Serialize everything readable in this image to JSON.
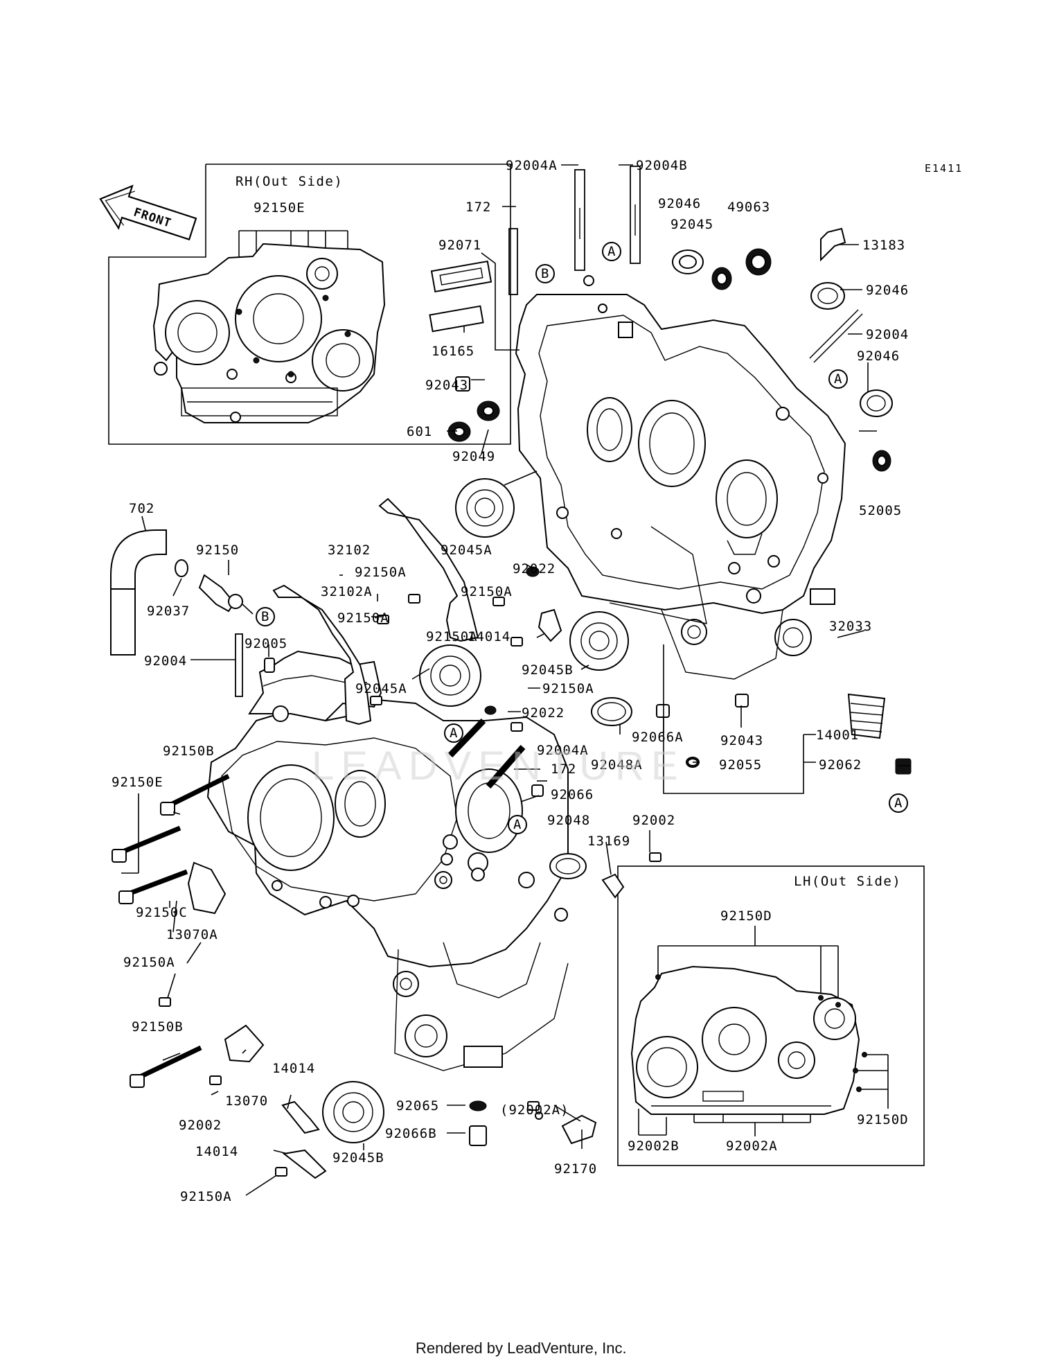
{
  "diagram_code": "E1411",
  "inset_rh": {
    "title": "RH(Out Side)",
    "part": "92150E"
  },
  "inset_lh": {
    "title": "LH(Out Side)",
    "part_top": "92150D",
    "part_right": "92150D",
    "part_bl": "92002B",
    "part_bm": "92002A"
  },
  "front_arrow": "FRONT",
  "watermark": "LEADVENTURE",
  "footer": "Rendered by LeadVenture, Inc.",
  "parts": [
    {
      "id": "p01",
      "label": "92004A"
    },
    {
      "id": "p02",
      "label": "92004B"
    },
    {
      "id": "p03",
      "label": "172"
    },
    {
      "id": "p04",
      "label": "92046"
    },
    {
      "id": "p05",
      "label": "49063"
    },
    {
      "id": "p06",
      "label": "92045"
    },
    {
      "id": "p07",
      "label": "13183"
    },
    {
      "id": "p08",
      "label": "92071"
    },
    {
      "id": "p09",
      "label": "92046"
    },
    {
      "id": "p10",
      "label": "92004"
    },
    {
      "id": "p11",
      "label": "16165"
    },
    {
      "id": "p12",
      "label": "92046"
    },
    {
      "id": "p13",
      "label": "92043"
    },
    {
      "id": "p14",
      "label": "601"
    },
    {
      "id": "p15",
      "label": "92049"
    },
    {
      "id": "p16",
      "label": "52005"
    },
    {
      "id": "p17",
      "label": "702"
    },
    {
      "id": "p18",
      "label": "32102"
    },
    {
      "id": "p19",
      "label": "92150"
    },
    {
      "id": "p20",
      "label": "92045A"
    },
    {
      "id": "p21",
      "label": "92150A"
    },
    {
      "id": "p22",
      "label": "92022"
    },
    {
      "id": "p23",
      "label": "32102A"
    },
    {
      "id": "p24",
      "label": "92150A"
    },
    {
      "id": "p25",
      "label": "92037"
    },
    {
      "id": "p26",
      "label": "92150A"
    },
    {
      "id": "p27",
      "label": "32033"
    },
    {
      "id": "p28",
      "label": "92150A"
    },
    {
      "id": "p29",
      "label": "14014"
    },
    {
      "id": "p30",
      "label": "92004"
    },
    {
      "id": "p31",
      "label": "92005"
    },
    {
      "id": "p32",
      "label": "92045B"
    },
    {
      "id": "p33",
      "label": "92150A"
    },
    {
      "id": "p34",
      "label": "92045A"
    },
    {
      "id": "p35",
      "label": "92022"
    },
    {
      "id": "p36",
      "label": "92066A"
    },
    {
      "id": "p37",
      "label": "92043"
    },
    {
      "id": "p38",
      "label": "14001"
    },
    {
      "id": "p39",
      "label": "92150B"
    },
    {
      "id": "p40",
      "label": "92004A"
    },
    {
      "id": "p41",
      "label": "92048A"
    },
    {
      "id": "p42",
      "label": "92055"
    },
    {
      "id": "p43",
      "label": "92062"
    },
    {
      "id": "p44",
      "label": "92150E"
    },
    {
      "id": "p45",
      "label": "172"
    },
    {
      "id": "p46",
      "label": "92066"
    },
    {
      "id": "p47",
      "label": "92048"
    },
    {
      "id": "p48",
      "label": "92002"
    },
    {
      "id": "p49",
      "label": "13169"
    },
    {
      "id": "p50",
      "label": "92150C"
    },
    {
      "id": "p51",
      "label": "13070A"
    },
    {
      "id": "p52",
      "label": "92150A"
    },
    {
      "id": "p53",
      "label": "92150B"
    },
    {
      "id": "p54",
      "label": "14014"
    },
    {
      "id": "p55",
      "label": "13070"
    },
    {
      "id": "p56",
      "label": "92002"
    },
    {
      "id": "p57",
      "label": "92065"
    },
    {
      "id": "p58",
      "label": "(92002A)"
    },
    {
      "id": "p59",
      "label": "92066B"
    },
    {
      "id": "p60",
      "label": "14014"
    },
    {
      "id": "p61",
      "label": "92045B"
    },
    {
      "id": "p62",
      "label": "92150A"
    },
    {
      "id": "p63",
      "label": "92170"
    }
  ],
  "callouts": [
    {
      "id": "c1",
      "letter": "A"
    },
    {
      "id": "c2",
      "letter": "B"
    },
    {
      "id": "c3",
      "letter": "A"
    },
    {
      "id": "c4",
      "letter": "B"
    },
    {
      "id": "c5",
      "letter": "A"
    },
    {
      "id": "c6",
      "letter": "A"
    },
    {
      "id": "c7",
      "letter": "A"
    }
  ]
}
